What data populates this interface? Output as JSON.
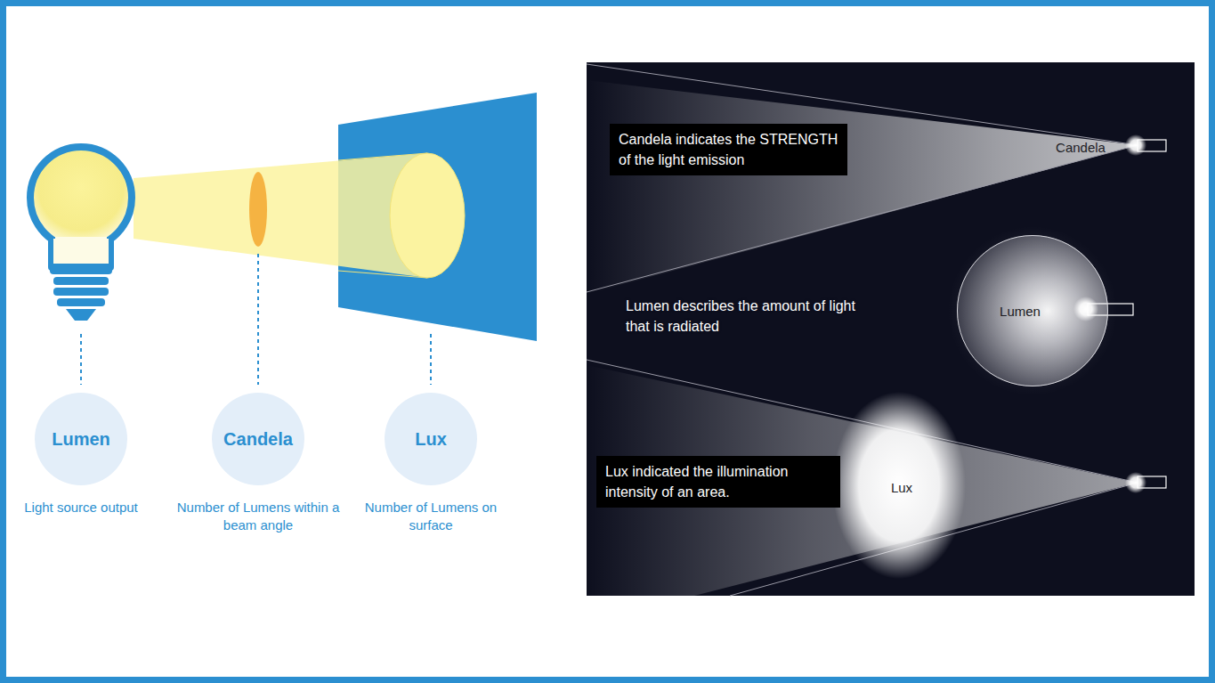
{
  "diagram": {
    "nodes": [
      {
        "text": [
          "Lumen",
          "Light source output"
        ]
      },
      {
        "text": [
          "Candela",
          "Number of Lumens within a beam angle"
        ]
      },
      {
        "text": [
          "Lux",
          "Number of Lumens on surface"
        ]
      },
      {
        "text": [
          "Candela indicates the STRENGTH of the light emission"
        ]
      },
      {
        "text": [
          "Lumen"
        ]
      },
      {
        "text": [
          "Lux indicated the illumination intensity of an area."
        ]
      }
    ],
    "labels": [
      "Lumen describes the amount of light that is radiated",
      "Candela",
      "Lux"
    ]
  }
}
